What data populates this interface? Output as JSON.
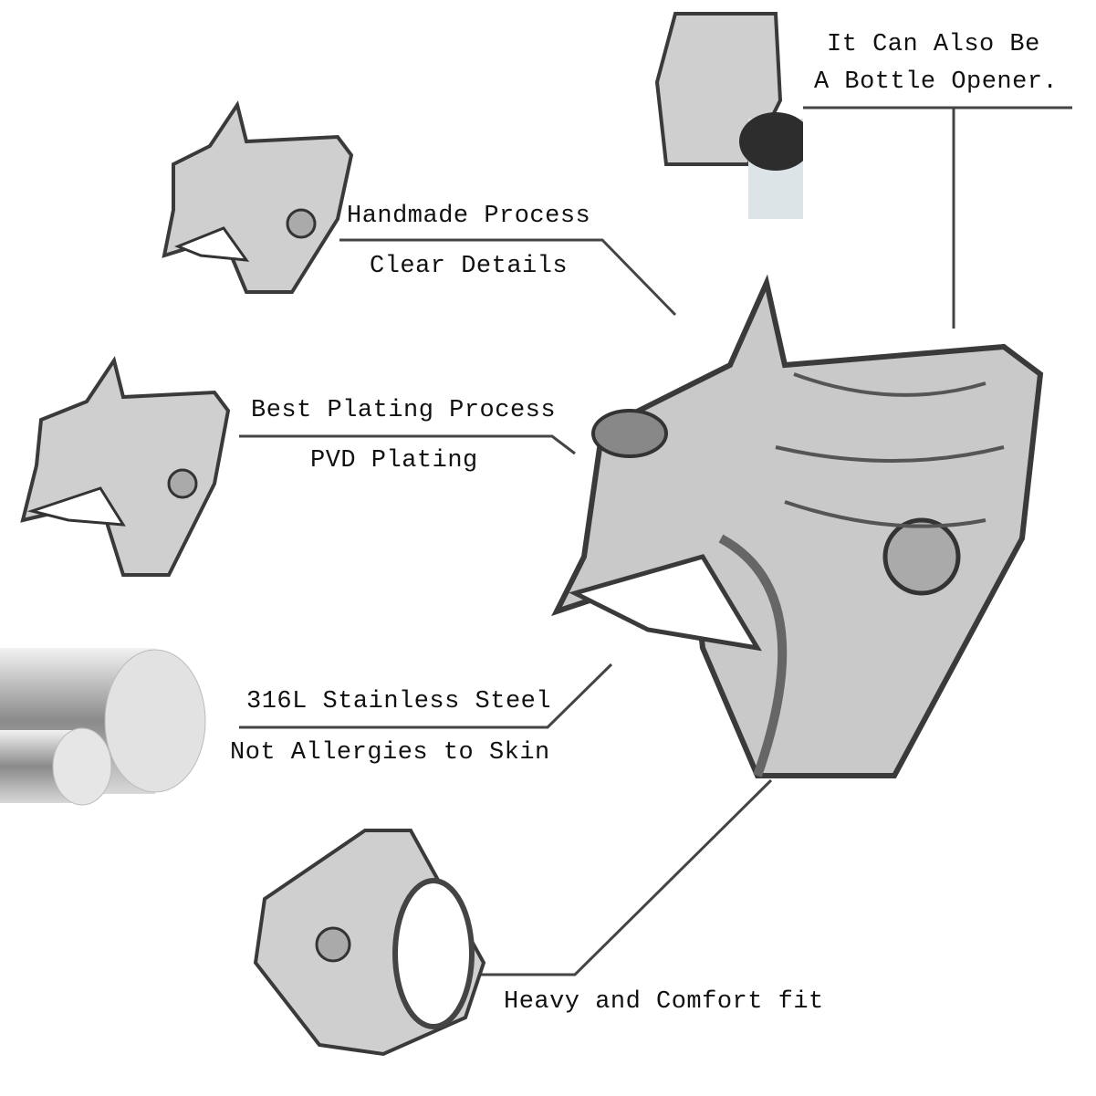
{
  "callouts": {
    "bottle": {
      "line1": "It Can Also Be",
      "line2": "A Bottle Opener."
    },
    "handmade": {
      "line1": "Handmade Process",
      "line2": "Clear Details"
    },
    "plating": {
      "line1": "Best Plating Process",
      "line2": "PVD Plating"
    },
    "steel": {
      "line1": "316L Stainless Steel",
      "line2": "Not Allergies to Skin"
    },
    "comfort": {
      "line1": "Heavy and Comfort fit"
    }
  },
  "colors": {
    "line": "#444444",
    "metal": "#b8b8b8",
    "dark": "#3a3a3a"
  }
}
